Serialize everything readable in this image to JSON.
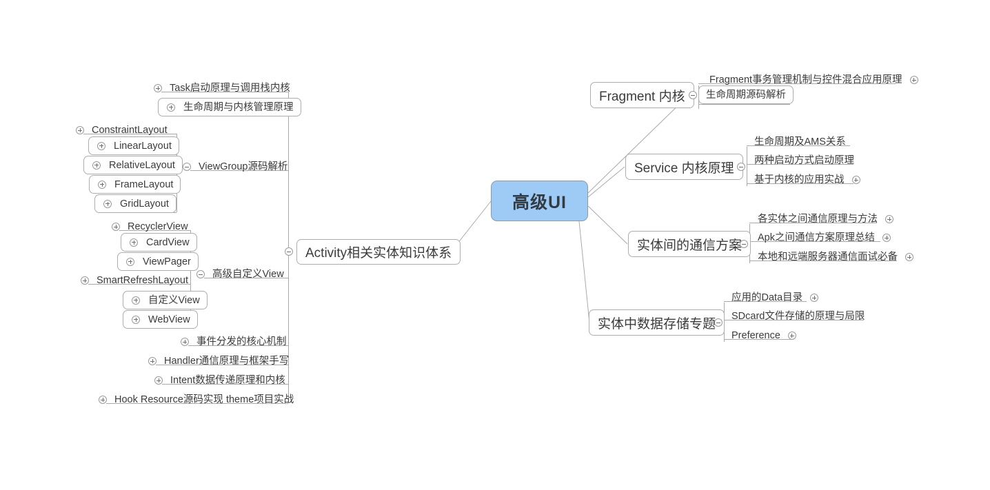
{
  "map": {
    "root": {
      "label": "高级UI",
      "color": "#9ecbf5"
    },
    "branches": [
      {
        "id": "activity",
        "label": "Activity相关实体知识体系",
        "side": "left",
        "toggle": "collapse",
        "children": [
          {
            "label": "Task启动原理与调用栈内核",
            "toggle": "expand",
            "boxed": false
          },
          {
            "label": "生命周期与内核管理原理",
            "toggle": "expand",
            "boxed": true
          },
          {
            "label": "ViewGroup源码解析",
            "toggle": "collapse",
            "boxed": false,
            "children": [
              {
                "label": "ConstraintLayout",
                "toggle": "expand",
                "boxed": false
              },
              {
                "label": "LinearLayout",
                "toggle": "expand",
                "boxed": true
              },
              {
                "label": "RelativeLayout",
                "toggle": "expand",
                "boxed": true
              },
              {
                "label": "FrameLayout",
                "toggle": "expand",
                "boxed": true
              },
              {
                "label": "GridLayout",
                "toggle": "expand",
                "boxed": true
              }
            ]
          },
          {
            "label": "高级自定义View",
            "toggle": "collapse",
            "boxed": false,
            "children": [
              {
                "label": "RecyclerView",
                "toggle": "expand",
                "boxed": false
              },
              {
                "label": "CardView",
                "toggle": "expand",
                "boxed": true
              },
              {
                "label": "ViewPager",
                "toggle": "expand",
                "boxed": true
              },
              {
                "label": "SmartRefreshLayout",
                "toggle": "expand",
                "boxed": false
              },
              {
                "label": "自定义View",
                "toggle": "expand",
                "boxed": true
              },
              {
                "label": "WebView",
                "toggle": "expand",
                "boxed": true
              }
            ]
          },
          {
            "label": "事件分发的核心机制",
            "toggle": "expand",
            "boxed": false
          },
          {
            "label": "Handler通信原理与框架手写",
            "toggle": "expand",
            "boxed": false
          },
          {
            "label": "Intent数据传递原理和内核",
            "toggle": "expand",
            "boxed": false
          },
          {
            "label": "Hook Resource源码实现 theme项目实战",
            "toggle": "expand",
            "boxed": false
          }
        ]
      },
      {
        "id": "fragment",
        "label": "Fragment 内核",
        "side": "right",
        "toggle": "collapse",
        "children": [
          {
            "label": "Fragment事务管理机制与控件混合应用原理",
            "toggle": "expand",
            "boxed": false
          },
          {
            "label": "生命周期源码解析",
            "toggle": "none",
            "boxed": true
          }
        ]
      },
      {
        "id": "service",
        "label": "Service 内核原理",
        "side": "right",
        "toggle": "collapse",
        "children": [
          {
            "label": "生命周期及AMS关系",
            "toggle": "none",
            "boxed": false
          },
          {
            "label": "两种启动方式启动原理",
            "toggle": "none",
            "boxed": false
          },
          {
            "label": "基于内核的应用实战",
            "toggle": "expand",
            "boxed": false
          }
        ]
      },
      {
        "id": "communication",
        "label": "实体间的通信方案",
        "side": "right",
        "toggle": "collapse",
        "children": [
          {
            "label": "各实体之间通信原理与方法",
            "toggle": "expand",
            "boxed": false
          },
          {
            "label": "Apk之间通信方案原理总结",
            "toggle": "expand",
            "boxed": false
          },
          {
            "label": "本地和远端服务器通信面试必备",
            "toggle": "expand",
            "boxed": false
          }
        ]
      },
      {
        "id": "storage",
        "label": "实体中数据存储专题",
        "side": "right",
        "toggle": "collapse",
        "children": [
          {
            "label": "应用的Data目录",
            "toggle": "expand",
            "boxed": false
          },
          {
            "label": "SDcard文件存储的原理与局限",
            "toggle": "none",
            "boxed": false
          },
          {
            "label": "Preference",
            "toggle": "expand",
            "boxed": false
          }
        ]
      }
    ]
  }
}
